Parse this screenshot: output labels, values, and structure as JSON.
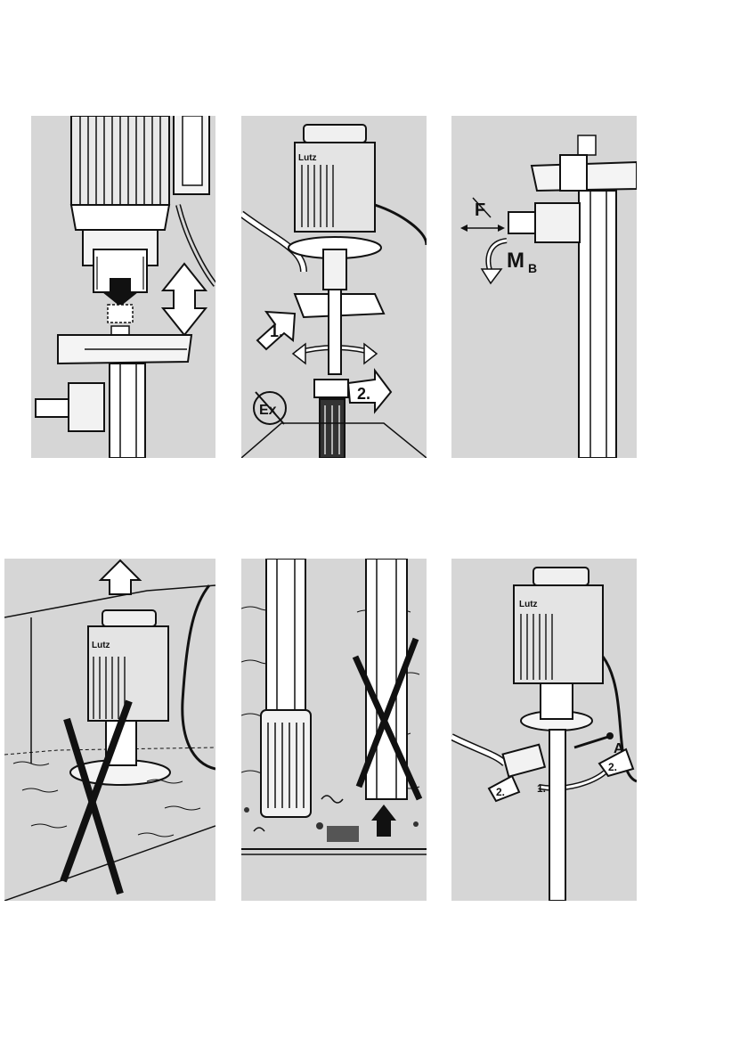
{
  "panels": {
    "p2": {
      "step1": "1.",
      "step2": "2.",
      "ex_symbol": "Ex",
      "motor_brand": "Lutz"
    },
    "p3": {
      "force": "F",
      "moment": "M",
      "moment_sub": "B"
    },
    "p4": {
      "motor_brand": "Lutz"
    },
    "p6": {
      "label_a": "A",
      "step1": "1.",
      "step2a": "2.",
      "step2b": "2.",
      "motor_brand": "Lutz"
    }
  },
  "colors": {
    "panel_bg": "#d6d6d6",
    "ink": "#111111",
    "white": "#ffffff"
  }
}
